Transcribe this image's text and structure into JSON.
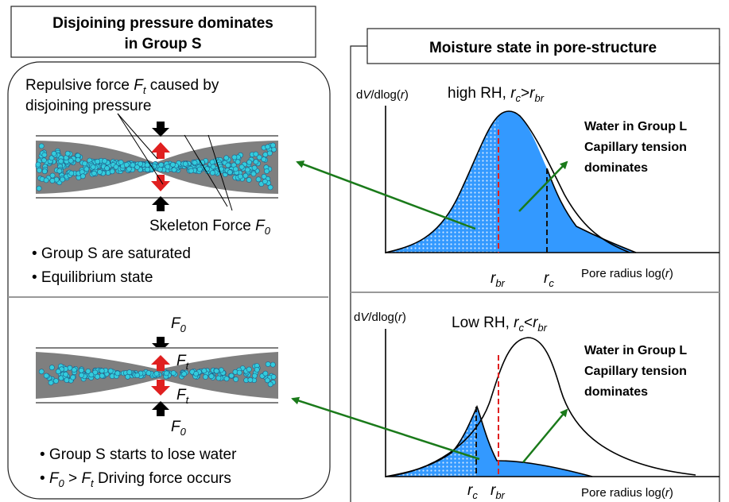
{
  "left_panel": {
    "title_line1": "Disjoining pressure dominates",
    "title_line2": "in Group S",
    "top": {
      "repulsive_prefix": "Repulsive force ",
      "repulsive_symbol": "F",
      "repulsive_sub": "t",
      "repulsive_suffix": " caused by",
      "repulsive_line2": "disjoining pressure",
      "skeleton_prefix": "Skeleton Force ",
      "skeleton_symbol": "F",
      "skeleton_sub": "0",
      "bullet1": "• Group S are saturated",
      "bullet2": "• Equilibrium state"
    },
    "bottom": {
      "f0_symbol": "F",
      "f0_sub": "0",
      "ft_symbol": "F",
      "ft_sub": "t",
      "bullet1": "• Group S starts to lose water",
      "bullet2_dot": "• ",
      "bullet2_gt": " > ",
      "bullet2_tail": "  Driving force occurs"
    }
  },
  "right_panel": {
    "title": "Moisture state in pore-structure",
    "top_chart": {
      "ylabel_d": "d",
      "ylabel_v": "V",
      "ylabel_mid": "/dlog(",
      "ylabel_r": "r",
      "ylabel_end": ")",
      "condition_prefix": "high RH, ",
      "condition_relation": ">",
      "r_symbol": "r",
      "rc_sub": "c",
      "rbr_sub": "br",
      "xlabel_prefix": "Pore radius log(",
      "xlabel_r": "r",
      "xlabel_end": ")",
      "note_line1": "Water in Group L",
      "note_line2": "Capillary tension",
      "note_line3": "dominates"
    },
    "bottom_chart": {
      "ylabel_d": "d",
      "ylabel_v": "V",
      "ylabel_mid": "/dlog(",
      "ylabel_r": "r",
      "ylabel_end": ")",
      "condition_prefix": "Low RH, ",
      "condition_relation": "<",
      "r_symbol": "r",
      "rc_sub": "c",
      "rbr_sub": "br",
      "xlabel_prefix": "Pore radius log(",
      "xlabel_r": "r",
      "xlabel_end": ")",
      "note_line1": "Water in Group L",
      "note_line2": "Capillary tension",
      "note_line3": "dominates"
    }
  },
  "colors": {
    "fill_blue": "#3399ff",
    "arrow_green": "#1a7a1a",
    "dashed_red": "#e02020",
    "pore_gray": "#7f7f7f",
    "particle_cyan": "#33ccdd"
  }
}
